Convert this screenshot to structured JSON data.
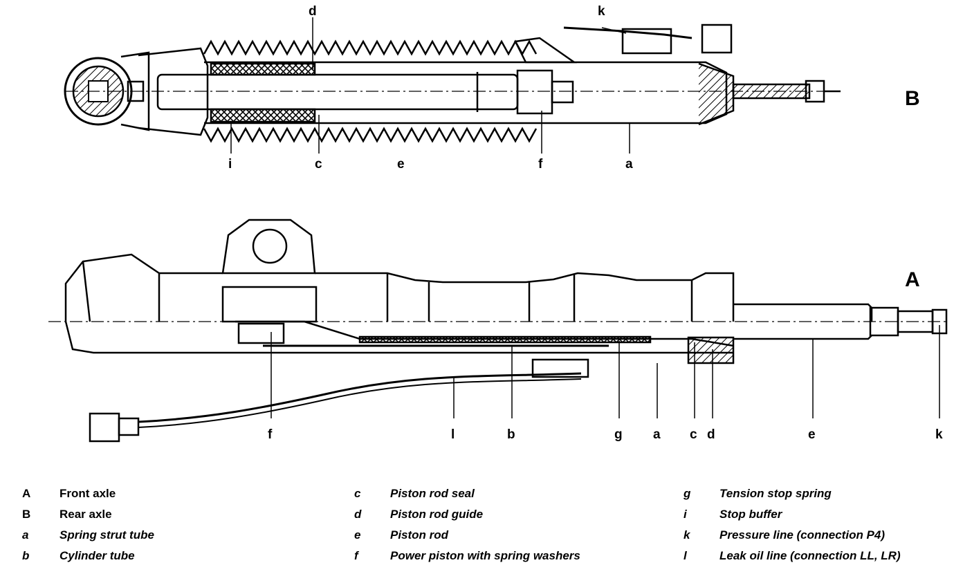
{
  "views": [
    {
      "id": "B",
      "label": "B"
    },
    {
      "id": "A",
      "label": "A"
    }
  ],
  "callouts_B": {
    "top_d": "d",
    "top_k": "k",
    "bottom": [
      "i",
      "c",
      "e",
      "f",
      "a"
    ]
  },
  "callouts_A": [
    "f",
    "l",
    "b",
    "g",
    "a",
    "c",
    "d",
    "e",
    "k"
  ],
  "legend": [
    {
      "key": "A",
      "text": "Front axle",
      "italic": false
    },
    {
      "key": "B",
      "text": "Rear axle",
      "italic": false
    },
    {
      "key": "a",
      "text": "Spring strut tube",
      "italic": true
    },
    {
      "key": "b",
      "text": "Cylinder tube",
      "italic": true
    },
    {
      "key": "c",
      "text": "Piston rod seal",
      "italic": true
    },
    {
      "key": "d",
      "text": "Piston rod guide",
      "italic": true
    },
    {
      "key": "e",
      "text": "Piston rod",
      "italic": true
    },
    {
      "key": "f",
      "text": "Power piston with spring washers",
      "italic": true
    },
    {
      "key": "g",
      "text": "Tension stop spring",
      "italic": true
    },
    {
      "key": "i",
      "text": "Stop buffer",
      "italic": true
    },
    {
      "key": "k",
      "text": "Pressure line (connection P4)",
      "italic": true
    },
    {
      "key": "l",
      "text": "Leak oil line (connection LL, LR)",
      "italic": true
    }
  ]
}
